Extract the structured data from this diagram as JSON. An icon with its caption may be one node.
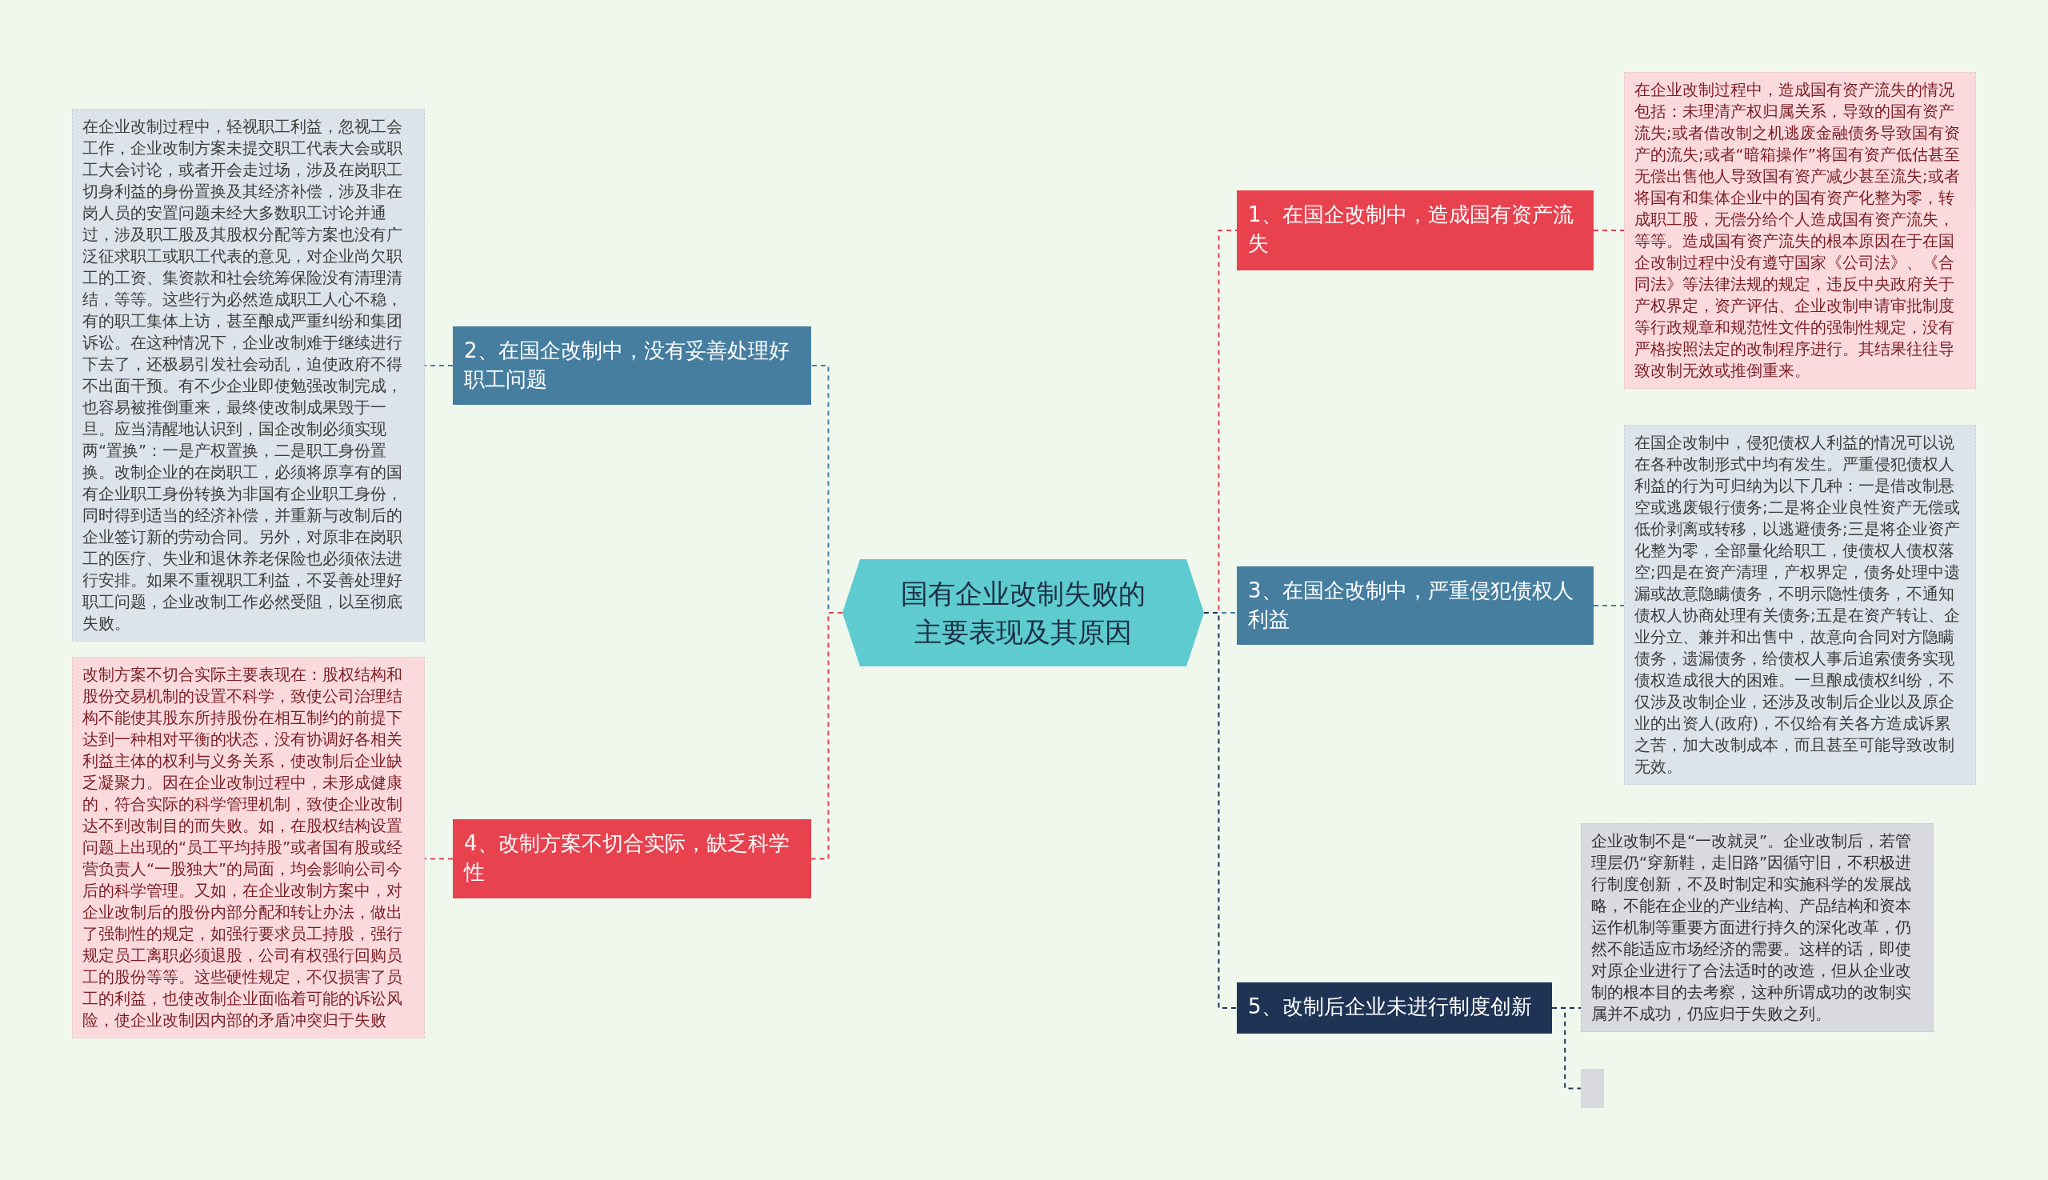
{
  "diagram": {
    "nodes": [
      {
        "text": [
          "国有企业改制失败的主要表现及其原因"
        ]
      },
      {
        "text": [
          "1、在国企改制中，造成国有资产流失"
        ]
      },
      {
        "text": [
          "在企业改制过程中，造成国有资产流失的情况包括：未理清产权归属关系，导致的国有资产流失;或者借改制之机逃废金融债务导致国有资产的流失;或者“暗箱操作”将国有资产低估甚至无偿出售他人导致国有资产减少甚至流失;或者将国有和集体企业中的国有资产化整为零，转成职工股，无偿分给个人造成国有资产流失，等等。造成国有资产流失的根本原因在于在国企改制过程中没有遵守国家《公司法》、《合同法》等法律法规的规定，违反中央政府关于产权界定，资产评估、企业改制申请审批制度等行政规章和规范性文件的强制性规定，没有严格按照法定的改制程序进行。其结果往往导致改制无效或推倒重来。"
        ]
      },
      {
        "text": [
          "2、在国企改制中，没有妥善处理好职工问题"
        ]
      },
      {
        "text": [
          "在企业改制过程中，轻视职工利益，忽视工会工作，企业改制方案未提交职工代表大会或职工大会讨论，或者开会走过场，涉及在岗职工切身利益的身份置换及其经济补偿，涉及非在岗人员的安置问题未经大多数职工讨论并通过，涉及职工股及其股权分配等方案也没有广泛征求职工或职工代表的意见，对企业尚欠职工的工资、集资款和社会统筹保险没有清理清结，等等。这些行为必然造成职工人心不稳，有的职工集体上访，甚至酿成严重纠纷和集团诉讼。在这种情况下，企业改制难于继续进行下去了，还极易引发社会动乱，迫使政府不得不出面干预。有不少企业即使勉强改制完成，也容易被推倒重来，最终使改制成果毁于一旦。应当清醒地认识到，国企改制必须实现两“置换”：一是产权置换，二是职工身份置换。改制企业的在岗职工，必须将原享有的国有企业职工身份转换为非国有企业职工身份，同时得到适当的经济补偿，并重新与改制后的企业签订新的劳动合同。另外，对原非在岗职工的医疗、失业和退休养老保险也必须依法进行安排。如果不重视职工利益，不妥善处理好职工问题，企业改制工作必然受阻，以至彻底失败。"
        ]
      },
      {
        "text": [
          "3、在国企改制中，严重侵犯债权人利益"
        ]
      },
      {
        "text": [
          "在国企改制中，侵犯债权人利益的情况可以说在各种改制形式中均有发生。严重侵犯债权人利益的行为可归纳为以下几种：一是借改制悬空或逃废银行债务;二是将企业良性资产无偿或低价剥离或转移，以逃避债务;三是将企业资产化整为零，全部量化给职工，使债权人债权落空;四是在资产清理，产权界定，债务处理中遗漏或故意隐瞒债务，不明示隐性债务，不通知债权人协商处理有关债务;五是在资产转让、企业分立、兼并和出售中，故意向合同对方隐瞒债务，遗漏债务，给债权人事后追索债务实现债权造成很大的困难。一旦酿成债权纠纷，不仅涉及改制企业，还涉及改制后企业以及原企业的出资人(政府)，不仅给有关各方造成诉累之苦，加大改制成本，而且甚至可能导致改制无效。"
        ]
      },
      {
        "text": [
          "4、改制方案不切合实际，缺乏科学性"
        ]
      },
      {
        "text": [
          "改制方案不切合实际主要表现在：股权结构和股份交易机制的设置不科学，致使公司治理结构不能使其股东所持股份在相互制约的前提下达到一种相对平衡的状态，没有协调好各相关利益主体的权利与义务关系，使改制后企业缺乏凝聚力。因在企业改制过程中，未形成健康的，符合实际的科学管理机制，致使企业改制达不到改制目的而失败。如，在股权结构设置问题上出现的“员工平均持股”或者国有股或经营负责人“一股独大”的局面，均会影响公司今后的科学管理。又如，在企业改制方案中，对企业改制后的股份内部分配和转让办法，做出了强制性的规定，如强行要求员工持股，强行规定员工离职必须退股，公司有权强行回购员工的股份等等。这些硬性规定，不仅损害了员工的利益，也使改制企业面临着可能的诉讼风险，使企业改制因内部的矛盾冲突归于失败"
        ]
      },
      {
        "text": [
          "5、改制后企业未进行制度创新"
        ]
      },
      {
        "text": [
          "企业改制不是“一改就灵”。企业改制后，若管理层仍“穿新鞋，走旧路”因循守旧，不积极进行制度创新，不及时制定和实施科学的发展战略，不能在企业的产业结构、产品结构和资本运作机制等重要方面进行持久的深化改革，仍然不能适应市场经济的需要。这样的话，即使对原企业进行了合法适时的改造，但从企业改制的根本目的去考察，这种所谓成功的改制实属并不成功，仍应归于失败之列。"
        ]
      },
      {
        "text": [],
        "shape": "box"
      }
    ],
    "edges": [
      {
        "from": 0,
        "to": 1,
        "arrow": "none",
        "style": "dashed",
        "color": "#e8424f"
      },
      {
        "from": 1,
        "to": 2,
        "arrow": "none",
        "style": "dashed",
        "color": "#e8424f"
      },
      {
        "from": 0,
        "to": 3,
        "arrow": "none",
        "style": "dashed",
        "color": "#467ea0"
      },
      {
        "from": 3,
        "to": 4,
        "arrow": "none",
        "style": "dashed",
        "color": "#467ea0"
      },
      {
        "from": 0,
        "to": 5,
        "arrow": "none",
        "style": "dashed",
        "color": "#467ea0"
      },
      {
        "from": 5,
        "to": 6,
        "arrow": "none",
        "style": "dashed",
        "color": "#467ea0"
      },
      {
        "from": 0,
        "to": 7,
        "arrow": "none",
        "style": "dashed",
        "color": "#e8424f"
      },
      {
        "from": 7,
        "to": 8,
        "arrow": "none",
        "style": "dashed",
        "color": "#e8424f"
      },
      {
        "from": 0,
        "to": 9,
        "arrow": "none",
        "style": "dashed",
        "color": "#1f3455"
      },
      {
        "from": 9,
        "to": 10,
        "arrow": "none",
        "style": "dashed",
        "color": "#1f3455"
      },
      {
        "from": 9,
        "to": 11,
        "arrow": "none",
        "style": "dashed",
        "color": "#1f3455"
      }
    ]
  }
}
